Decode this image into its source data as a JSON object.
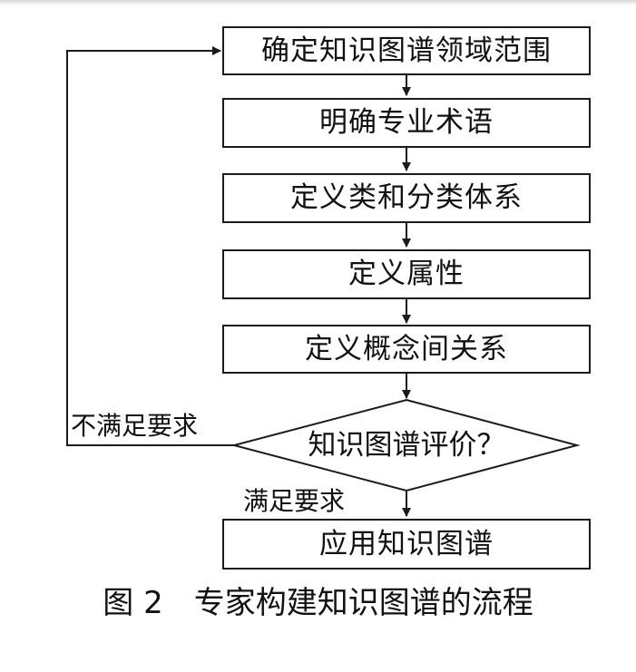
{
  "steps": {
    "step1": "确定知识图谱领域范围",
    "step2": "明确专业术语",
    "step3": "定义类和分类体系",
    "step4": "定义属性",
    "step5": "定义概念间关系",
    "decision": "知识图谱评价？",
    "final": "应用知识图谱"
  },
  "branches": {
    "fail": "不满足要求",
    "pass": "满足要求"
  },
  "caption": "图 2　专家构建知识图谱的流程"
}
